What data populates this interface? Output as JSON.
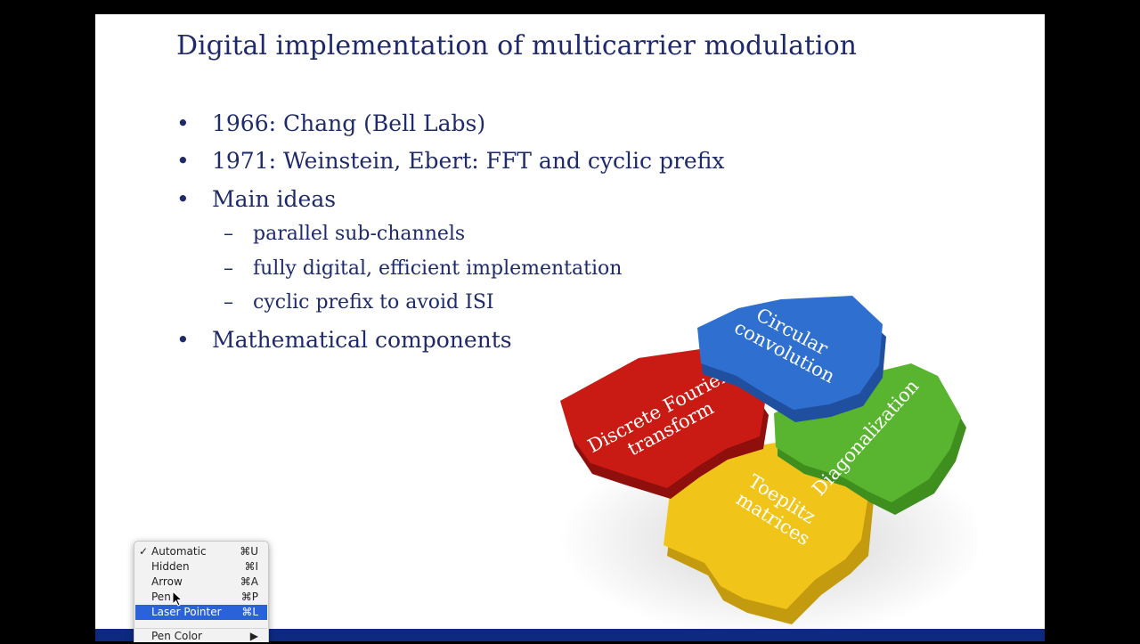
{
  "slide": {
    "title": "Digital implementation of multicarrier modulation",
    "bullets": [
      {
        "text": "1966: Chang (Bell Labs)"
      },
      {
        "text": "1971: Weinstein, Ebert: FFT and cyclic prefix"
      },
      {
        "text": "Main ideas",
        "children": [
          {
            "text": "parallel sub-channels"
          },
          {
            "text": "fully digital, efficient implementation"
          },
          {
            "text": "cyclic prefix to avoid ISI"
          }
        ]
      },
      {
        "text": "Mathematical components"
      }
    ],
    "bullet_symbol": "•",
    "dash_symbol": "–",
    "puzzle": {
      "pieces": [
        {
          "lines": [
            "Circular",
            "convolution"
          ],
          "color": "#2f6fd0"
        },
        {
          "lines": [
            "Discrete Fourier",
            "transform"
          ],
          "color": "#c91b14"
        },
        {
          "lines": [
            "Diagonalization"
          ],
          "color": "#59b52f"
        },
        {
          "lines": [
            "Toeplitz",
            "matrices"
          ],
          "color": "#f0c419"
        }
      ]
    },
    "bottom_bar_color": "#0d2a80"
  },
  "pointer_menu": {
    "items": [
      {
        "label": "Automatic",
        "shortcut": "⌘U",
        "checked": true,
        "selected": false
      },
      {
        "label": "Hidden",
        "shortcut": "⌘I",
        "checked": false,
        "selected": false
      },
      {
        "label": "Arrow",
        "shortcut": "⌘A",
        "checked": false,
        "selected": false
      },
      {
        "label": "Pen",
        "shortcut": "⌘P",
        "checked": false,
        "selected": false
      },
      {
        "label": "Laser Pointer",
        "shortcut": "⌘L",
        "checked": false,
        "selected": true
      },
      {
        "label": "Pen Color",
        "shortcut": "▶",
        "checked": false,
        "selected": false
      }
    ],
    "check_glyph": "✓",
    "selection_color": "#2a62d9"
  }
}
